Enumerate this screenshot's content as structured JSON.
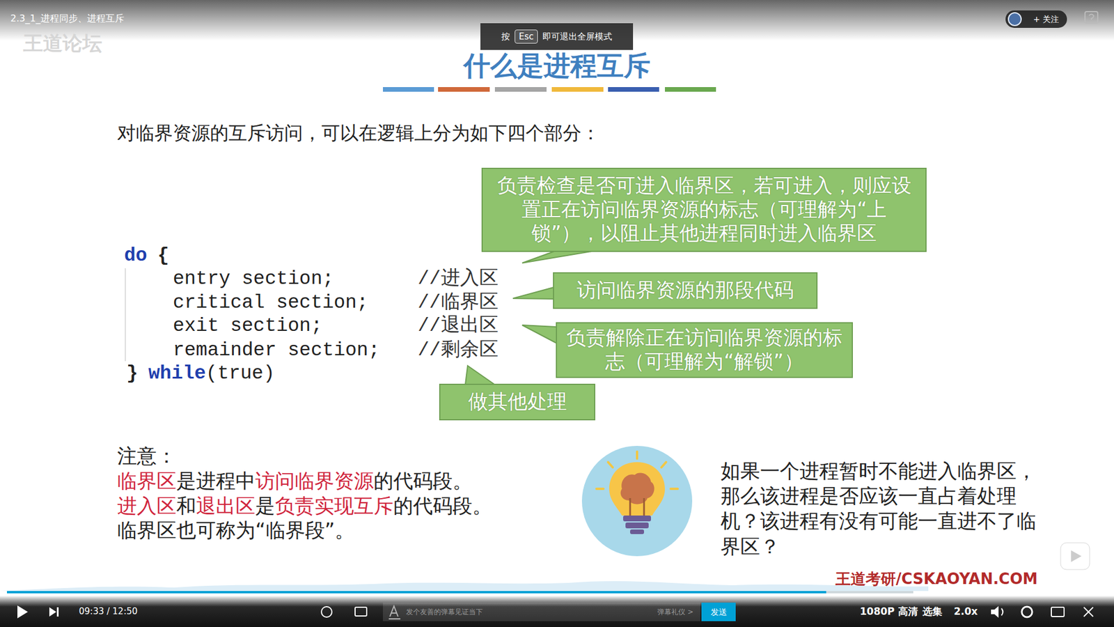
{
  "diagram": {
    "title": "什么是进程互斥",
    "nodes": [
      {
        "text": [
          "按",
          "即可退出全屏模式"
        ]
      },
      {
        "text": [
          "Esc"
        ],
        "in": 0
      },
      {
        "text": [
          "+ 关注"
        ]
      },
      {
        "text": [
          "负责检查是否可进入临界区，若可进入，则应设置正在访问临界资源的标志（可理解为“上锁”），以阻止其他进程同时进入临界区"
        ]
      },
      {
        "text": [
          "访问临界资源的那段代码"
        ]
      },
      {
        "text": [
          "负责解除正在访问临界资源的标志（可理解为“解锁”）"
        ]
      },
      {
        "text": [
          "做其他处理"
        ]
      },
      {
        "text": [
          "发个友善的弹幕见证当下",
          "弹幕礼仪 >"
        ]
      },
      {
        "text": [
          "发送"
        ]
      }
    ],
    "labels": [
      "2.3_1_进程同步、进程互斥",
      "王道论坛",
      "对临界资源的互斥访问，可以在逻辑上分为如下四个部分：",
      "do",
      "{",
      "entry section;",
      "critical section;",
      "exit section;",
      "remainder section;",
      "}",
      "while",
      "(true)",
      "//进入区",
      "//临界区",
      "//退出区",
      "//剩余区",
      "注意：",
      "临界区",
      "是进程中",
      "访问临界资源",
      "的代码段。",
      "进入区",
      "和",
      "退出区",
      "是",
      "负责实现互斥",
      "的代码段。",
      "临界区也可称为“临界段”。",
      "如果一个进程暂时不能进入临界区，那么该进程是否应该一直占着处理机？该进程有没有可能一直进不了临界区？",
      "09:33 / 12:50",
      "1080P 高清",
      "选集",
      "2.0x",
      "王道考研/CSKAOYAN.COM"
    ]
  }
}
